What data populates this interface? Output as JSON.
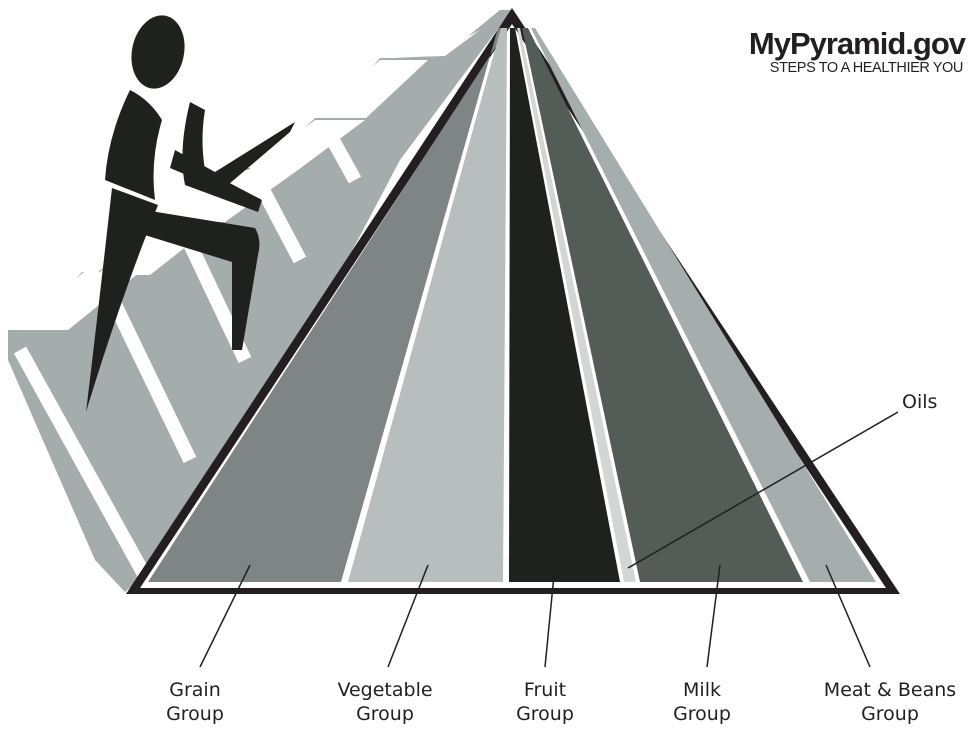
{
  "brand": {
    "title": "MyPyramid.gov",
    "tagline": "STEPS TO A HEALTHIER YOU"
  },
  "callouts": {
    "oils": "Oils"
  },
  "food_groups": [
    {
      "line1": "Grain",
      "line2": "Group",
      "color": "#7f8584"
    },
    {
      "line1": "Vegetable",
      "line2": "Group",
      "color": "#b8bdbd"
    },
    {
      "line1": "Fruit",
      "line2": "Group",
      "color": "#1e211e"
    },
    {
      "line1": "Milk",
      "line2": "Group",
      "color": "#545c58"
    },
    {
      "line1": "Meat & Beans",
      "line2": "Group",
      "color": "#a5aead"
    }
  ],
  "colors": {
    "outline": "#231f20",
    "stairs_side": "#a4adac",
    "stairs_top": "#ffffff",
    "oils": "#d4d6d6",
    "figure": "#1e211e"
  }
}
